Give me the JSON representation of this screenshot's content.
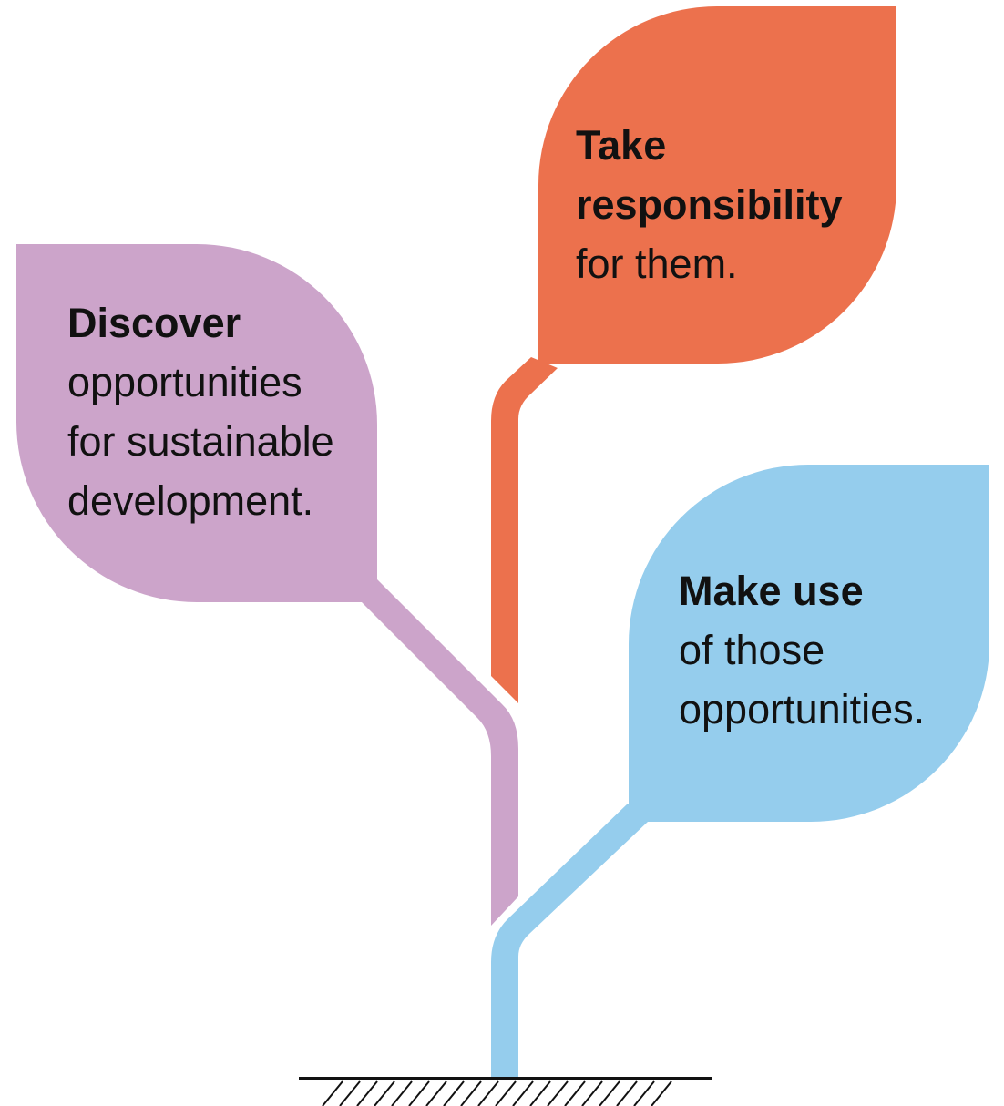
{
  "colors": {
    "discover": "#CCA4CA",
    "take": "#EC714D",
    "make": "#95CDED",
    "ground": "#111111"
  },
  "leaves": {
    "discover": {
      "bold_lines": [
        "Discover"
      ],
      "normal_lines": [
        "opportunities",
        "for sustainable",
        "development."
      ]
    },
    "take": {
      "bold_lines": [
        "Take",
        "responsibility"
      ],
      "normal_lines": [
        "for them."
      ]
    },
    "make": {
      "bold_lines": [
        "Make use"
      ],
      "normal_lines": [
        "of those",
        "opportunities."
      ]
    }
  }
}
